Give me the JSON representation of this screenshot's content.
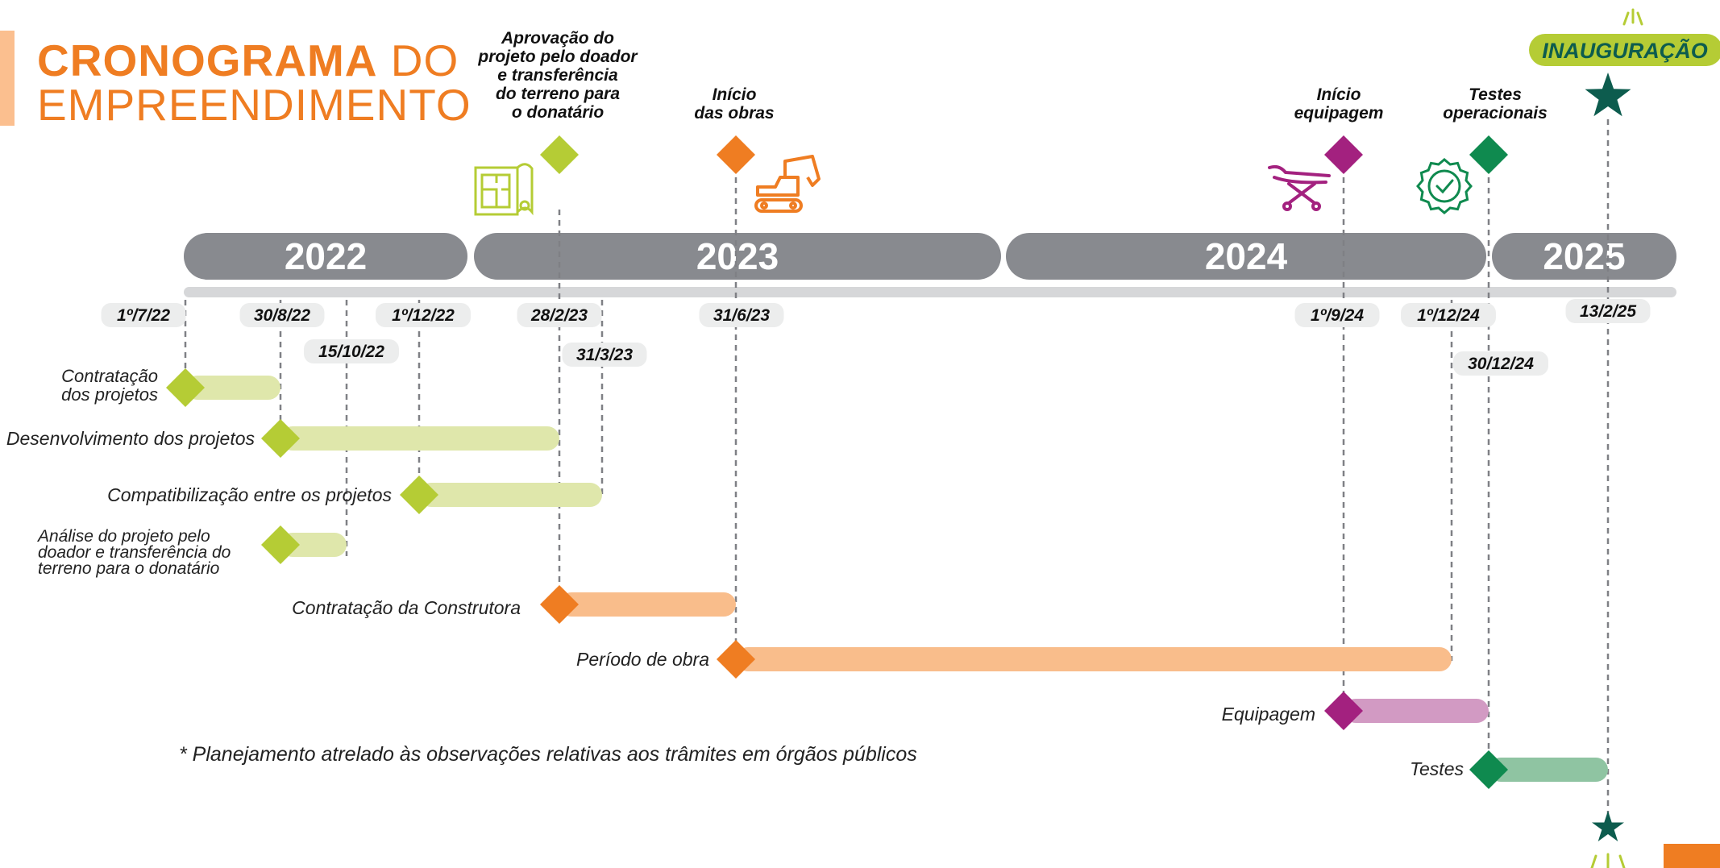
{
  "header": {
    "title_bold": "CRONOGRAMA",
    "title_light_1": "DO",
    "title_light_2": "EMPREENDIMENTO"
  },
  "footnote": "* Planejamento atrelado às observações relativas aos trâmites em órgãos públicos",
  "colors": {
    "orange": "#ef7d22",
    "orange_light": "#f9bd8b",
    "lime": "#b5cc35",
    "lime_light": "#dfe7ab",
    "magenta": "#a3217f",
    "magenta_light": "#d29ac3",
    "green": "#0f8a4f",
    "green_light": "#8fc4a2",
    "dark_green": "#0d5c4e",
    "gray": "#888a8f",
    "gray_light": "#d6d7d9"
  },
  "chart_data": {
    "type": "gantt",
    "years": [
      "2022",
      "2023",
      "2024",
      "2025"
    ],
    "date_labels": [
      "1º/7/22",
      "30/8/22",
      "15/10/22",
      "1º/12/22",
      "28/2/23",
      "31/3/23",
      "31/6/23",
      "1º/9/24",
      "1º/12/24",
      "30/12/24",
      "13/2/25"
    ],
    "tasks": [
      {
        "name_lines": [
          "Contratação",
          "dos projetos"
        ],
        "start": "1º/7/22",
        "end": "30/8/22",
        "color": "lime"
      },
      {
        "name_lines": [
          "Desenvolvimento dos projetos"
        ],
        "start": "30/8/22",
        "end": "28/2/23",
        "color": "lime"
      },
      {
        "name_lines": [
          "Compatibilização entre os projetos"
        ],
        "start": "1º/12/22",
        "end": "31/3/23",
        "color": "lime"
      },
      {
        "name_lines": [
          "Análise do projeto pelo",
          "doador e transferência do",
          "terreno para o donatário"
        ],
        "start": "30/8/22",
        "end": "15/10/22",
        "color": "lime"
      },
      {
        "name_lines": [
          "Contratação da Construtora"
        ],
        "start": "28/2/23",
        "end": "31/6/23",
        "color": "orange"
      },
      {
        "name_lines": [
          "Período de obra"
        ],
        "start": "31/6/23",
        "end": "1º/12/24",
        "color": "orange"
      },
      {
        "name_lines": [
          "Equipagem"
        ],
        "start": "1º/9/24",
        "end": "30/12/24",
        "color": "magenta"
      },
      {
        "name_lines": [
          "Testes"
        ],
        "start": "30/12/24",
        "end": "13/2/25",
        "color": "green"
      }
    ],
    "milestones": [
      {
        "label_lines": [
          "Aprovação do",
          "projeto pelo doador",
          "e transferência",
          "do terreno para",
          "o donatário"
        ],
        "date": "28/2/23",
        "color": "lime",
        "icon": "blueprint-icon"
      },
      {
        "label_lines": [
          "Início",
          "das obras"
        ],
        "date": "31/6/23",
        "color": "orange",
        "icon": "excavator-icon"
      },
      {
        "label_lines": [
          "Início",
          "equipagem"
        ],
        "date": "1º/9/24",
        "color": "magenta",
        "icon": "stretcher-icon"
      },
      {
        "label_lines": [
          "Testes",
          "operacionais"
        ],
        "date": "30/12/24",
        "color": "green",
        "icon": "approval-badge-icon"
      },
      {
        "label_lines": [
          "INAUGURAÇÃO"
        ],
        "date": "13/2/25",
        "color": "dark_green",
        "icon": "star-icon"
      }
    ]
  }
}
